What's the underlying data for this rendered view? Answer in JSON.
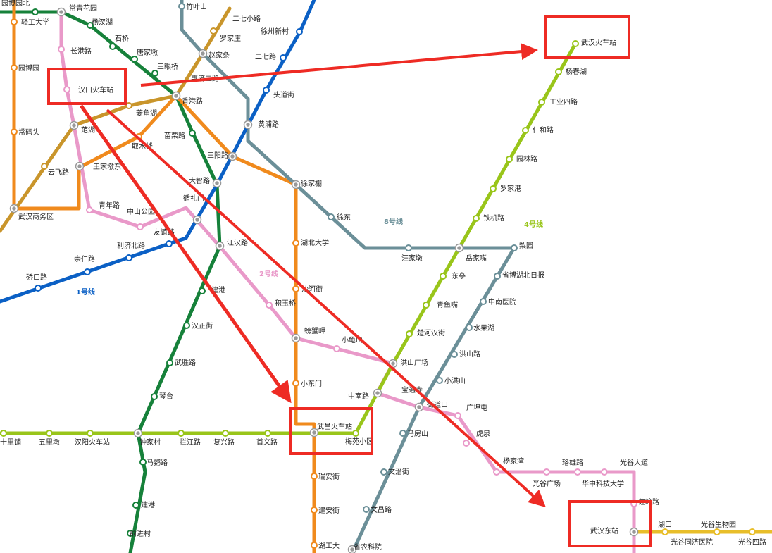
{
  "colors": {
    "line1": "#0b60c5",
    "line2": "#e999c9",
    "line3": "#c9952b",
    "line4": "#99c51a",
    "line5": "#d4a017",
    "line6": "#16813a",
    "line7": "#f08a1d",
    "line8": "#6b8f98",
    "line11": "#e8be2a",
    "annotation": "#ee2b24"
  },
  "lines": {
    "line1": "1号线",
    "line2": "2号线",
    "line4": "4号线",
    "line8": "8号线"
  },
  "stations": {
    "yuanbo_north": "园博园北",
    "changqing_garden": "常青花园",
    "qinggong_univ": "轻工大学",
    "yangwanhu": "杨汊湖",
    "changgang_rd": "长港路",
    "shiqiao": "石桥",
    "tangjiadun": "唐家墩",
    "sanyanqiao": "三眼桥",
    "yuanboyuan": "园博园",
    "zhuyeshan": "竹叶山",
    "erqi_xiaolu": "二七小路",
    "xuzhou_xincun": "徐州新村",
    "luojiazhuang": "罗家庄",
    "zhaojiatiao": "赵家条",
    "erqi_rd": "二七路",
    "huiji_erlu": "惠济二路",
    "toudaojie": "头道街",
    "hankou_station": "汉口火车站",
    "xianggang_rd": "香港路",
    "changmatou": "常码头",
    "fanhu": "范湖",
    "pangxiejia": "菱角湖",
    "huangpu_rd": "黄浦路",
    "miaoli_rd": "苗栗路",
    "qushuilou": "取水楼",
    "yunfei_rd": "云飞路",
    "wangjiadun_east": "王家墩东",
    "sanyang_rd": "三阳路",
    "dazhi_rd": "大智路",
    "xujiapeng": "徐家棚",
    "qingnian_rd": "青年路",
    "zhongshan_park": "中山公园",
    "xunlimen": "循礼门",
    "wuhan_business_district": "武汉商务区",
    "youyi_rd": "友谊路",
    "xudong": "徐东",
    "jiangdan_rd": "江汉路",
    "hubei_univ": "湖北大学",
    "lijinan_rd": "利济北路",
    "chongren_rd": "崇仁路",
    "qiaokou_rd": "硚口路",
    "jiqing_jie": "积玉桥",
    "wangjiadun": "汪家墩",
    "yuejiazui": "岳家嘴",
    "liyuan": "梨园",
    "sanjiao": "东亭",
    "provincial_museum": "省博湖北日报",
    "sunyang_jie": "沙河街",
    "jiyuqiao": "积玉桥",
    "qingyudui": "青鱼嘴",
    "zhongnan_hospital": "中南医院",
    "hanzheng_jie": "汉正街",
    "shuiguohu": "水果湖",
    "pangxie_bei": "螃蟹岬",
    "xiaoguishan": "小龟山",
    "chuhe_hanjie": "楚河汉街",
    "hongshan_rd": "洪山路",
    "wusheng_rd": "武胜路",
    "hongshan_square": "洪山广场",
    "xiaohongshan": "小洪山",
    "zhongnan_rd": "中南路",
    "baoxing_temple": "宝通寺",
    "qintai": "琴台",
    "xiaodongmen": "小东门",
    "jiedaokou": "街道口",
    "guangbutun": "广埠屯",
    "shilidian": "十里铺",
    "wulidun": "五里墩",
    "hanyang_station": "汉阳火车站",
    "zhongjiacun": "钟家村",
    "tuojiang_rd": "拦江路",
    "fuxing_rd": "复兴路",
    "shouyi_rd": "首义路",
    "wuchang_station": "武昌火车站",
    "meiyuan_xiaoqu": "梅苑小区",
    "mafangshan": "马房山",
    "huquan": "虎泉",
    "mayangtang": "马鹦路",
    "yangjiawan": "杨家湾",
    "luoxiong_rd": "珞雄路",
    "guanggu_ave": "光谷大道",
    "ruian_jie": "瑞安街",
    "wenzhi_jie": "文治街",
    "guanggu_square": "光谷广场",
    "huazhong_univ": "华中科技大学",
    "jianye": "建港",
    "zuoling_rd": "佐岭路",
    "jianan_jie": "建安街",
    "wenchang_rd": "文昌路",
    "qianjin_cun": "前进村",
    "huhu": "湖口",
    "wuhan_east": "武汉东站",
    "guanggu_biogarden": "光谷生物园",
    "hugong_univ": "湖工大",
    "agri_academy": "省农科院",
    "guanggu_tongji": "光谷同济医院",
    "guanggu_4rd": "光谷四路",
    "wuhan_station": "武汉火车站",
    "yangchunhu": "杨春湖",
    "gongye_4rd": "工业四路",
    "renhe_rd": "仁和路",
    "yuanlin_rd": "园林路",
    "luojiagang": "罗家港",
    "tiejin_rd": "铁机路"
  }
}
